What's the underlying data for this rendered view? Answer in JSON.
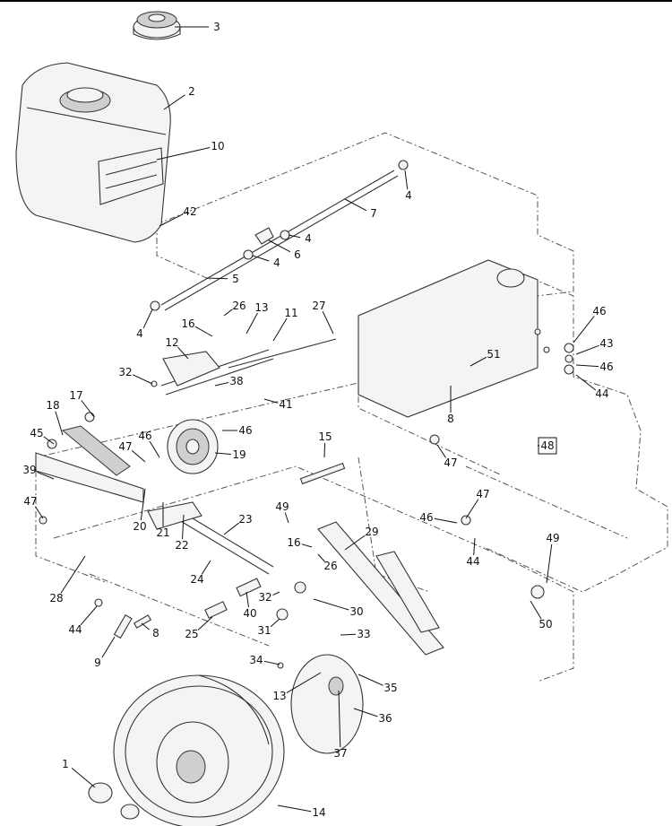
{
  "callouts": [
    {
      "id": "c3",
      "label": "3"
    },
    {
      "id": "c2",
      "label": "2"
    },
    {
      "id": "c10",
      "label": "10"
    },
    {
      "id": "c42",
      "label": "42"
    },
    {
      "id": "c4a",
      "label": "4"
    },
    {
      "id": "c7",
      "label": "7"
    },
    {
      "id": "c4b",
      "label": "4"
    },
    {
      "id": "c6",
      "label": "6"
    },
    {
      "id": "c4c",
      "label": "4"
    },
    {
      "id": "c5",
      "label": "5"
    },
    {
      "id": "c4d",
      "label": "4"
    },
    {
      "id": "c26a",
      "label": "26"
    },
    {
      "id": "c13a",
      "label": "13"
    },
    {
      "id": "c11",
      "label": "11"
    },
    {
      "id": "c27",
      "label": "27"
    },
    {
      "id": "c16a",
      "label": "16"
    },
    {
      "id": "c12",
      "label": "12"
    },
    {
      "id": "c46a",
      "label": "46"
    },
    {
      "id": "c43",
      "label": "43"
    },
    {
      "id": "c46b",
      "label": "46"
    },
    {
      "id": "c44a",
      "label": "44"
    },
    {
      "id": "c51",
      "label": "51"
    },
    {
      "id": "c32a",
      "label": "32"
    },
    {
      "id": "c38",
      "label": "38"
    },
    {
      "id": "c8a",
      "label": "8"
    },
    {
      "id": "c17",
      "label": "17"
    },
    {
      "id": "c41",
      "label": "41"
    },
    {
      "id": "c18",
      "label": "18"
    },
    {
      "id": "c46c",
      "label": "46"
    },
    {
      "id": "c45",
      "label": "45"
    },
    {
      "id": "c47a",
      "label": "47"
    },
    {
      "id": "c46d",
      "label": "46"
    },
    {
      "id": "c19",
      "label": "19"
    },
    {
      "id": "c15",
      "label": "15"
    },
    {
      "id": "c48",
      "label": "48"
    },
    {
      "id": "c47b",
      "label": "47"
    },
    {
      "id": "c39",
      "label": "39"
    },
    {
      "id": "c47c",
      "label": "47"
    },
    {
      "id": "c23",
      "label": "23"
    },
    {
      "id": "c20",
      "label": "20"
    },
    {
      "id": "c21",
      "label": "21"
    },
    {
      "id": "c22",
      "label": "22"
    },
    {
      "id": "c47d",
      "label": "47"
    },
    {
      "id": "c46e",
      "label": "46"
    },
    {
      "id": "c49a",
      "label": "49"
    },
    {
      "id": "c29",
      "label": "29"
    },
    {
      "id": "c16b",
      "label": "16"
    },
    {
      "id": "c26b",
      "label": "26"
    },
    {
      "id": "c44b",
      "label": "44"
    },
    {
      "id": "c49b",
      "label": "49"
    },
    {
      "id": "c24",
      "label": "24"
    },
    {
      "id": "c28",
      "label": "28"
    },
    {
      "id": "c32b",
      "label": "32"
    },
    {
      "id": "c30",
      "label": "30"
    },
    {
      "id": "c40",
      "label": "40"
    },
    {
      "id": "c44c",
      "label": "44"
    },
    {
      "id": "c50",
      "label": "50"
    },
    {
      "id": "c8b",
      "label": "8"
    },
    {
      "id": "c25",
      "label": "25"
    },
    {
      "id": "c31",
      "label": "31"
    },
    {
      "id": "c33",
      "label": "33"
    },
    {
      "id": "c9",
      "label": "9"
    },
    {
      "id": "c34",
      "label": "34"
    },
    {
      "id": "c35",
      "label": "35"
    },
    {
      "id": "c13b",
      "label": "13"
    },
    {
      "id": "c36",
      "label": "36"
    },
    {
      "id": "c37",
      "label": "37"
    },
    {
      "id": "c1",
      "label": "1"
    },
    {
      "id": "c14",
      "label": "14"
    }
  ]
}
